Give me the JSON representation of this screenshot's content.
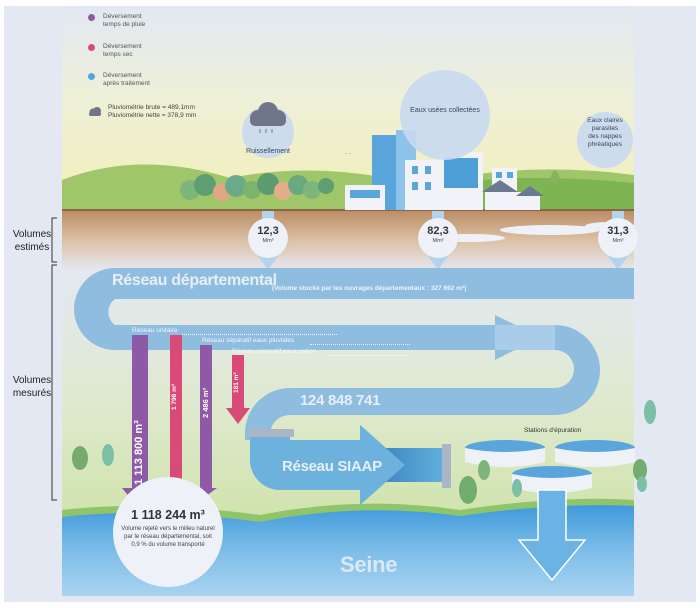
{
  "legend": {
    "items": [
      {
        "label_line1": "Déversement",
        "label_line2": "temps de pluie",
        "color": "#8e5aa8"
      },
      {
        "label_line1": "Déversement",
        "label_line2": "temps sec",
        "color": "#d94a78"
      },
      {
        "label_line1": "Déversement",
        "label_line2": "après traitement",
        "color": "#4ea6dc"
      }
    ],
    "rainfall": {
      "icon": "rain-cloud-icon",
      "gross": "Pluviométrie brute = 489,1mm",
      "net": "Pluviométrie nette = 378,9 mm"
    }
  },
  "side_labels": {
    "estimated": {
      "line1": "Volumes",
      "line2": "estimés"
    },
    "measured": {
      "line1": "Volumes",
      "line2": "mesurés"
    }
  },
  "sources": {
    "runoff": {
      "label": "Ruissellement",
      "value": "12,3",
      "unit": "Mm³"
    },
    "wastewater": {
      "label": "Eaux usées collectées",
      "value": "82,3",
      "unit": "Mm³"
    },
    "groundwater": {
      "label_lines": [
        "Eaux claires",
        "parasites",
        "des nappes",
        "phréatiques"
      ],
      "value": "31,3",
      "unit": "Mm³"
    }
  },
  "network": {
    "departmental_title": "Réseau départemental",
    "storage_note": "(Volume stocké par les ouvrages départementaux : 327 692 m³)",
    "transported_volume": "124 848 741",
    "siaap_title": "Réseau SIAAP",
    "treatment_label": "Stations d'épuration",
    "river_label": "Seine"
  },
  "discharges": {
    "unitary_label": "Réseau unitaire",
    "separate_rain_label": "Réseau séparatif eaux pluviales",
    "separate_waste_label": "Réseau séparatif eaux usées",
    "bars": [
      {
        "value": "1 113 800 m³",
        "type": "temps de pluie",
        "color": "#8e5aa8"
      },
      {
        "value": "1 798 m³",
        "type": "temps sec",
        "color": "#d94a78"
      },
      {
        "value": "2 486 m³",
        "type": "temps de pluie",
        "color": "#8e5aa8"
      },
      {
        "value": "181 m³",
        "type": "temps sec",
        "color": "#d94a78"
      }
    ],
    "total": "1 118 244 m³",
    "total_desc": "Volume rejeté vers le milieu naturel par le réseau départemental, soit 0,9 % du volume transporté"
  },
  "colors": {
    "pipe": "#8fbde0",
    "purple": "#8e5aa8",
    "pink": "#d94a78",
    "river": "#5aaee0",
    "soil": "#c9a07c"
  }
}
